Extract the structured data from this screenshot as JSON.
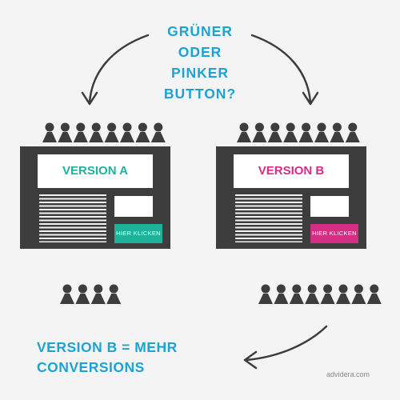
{
  "question": [
    "GRÜNER",
    "ODER",
    "PINKER",
    "BUTTON?"
  ],
  "versions": [
    {
      "label": "VERSION A",
      "cta_label": "HIER KLICKEN",
      "color": "#1fb29a",
      "people_before": 8,
      "people_after": 4
    },
    {
      "label": "VERSION B",
      "cta_label": "HIER KLICKEN",
      "color": "#d62d84",
      "people_before": 8,
      "people_after": 8
    }
  ],
  "conclusion": [
    "VERSION B = MEHR",
    "CONVERSIONS"
  ],
  "credit": "advidera.com",
  "colors": {
    "text_blue": "#1ba3d6",
    "dark": "#3d3d3d",
    "background": "#f4f4f4"
  }
}
